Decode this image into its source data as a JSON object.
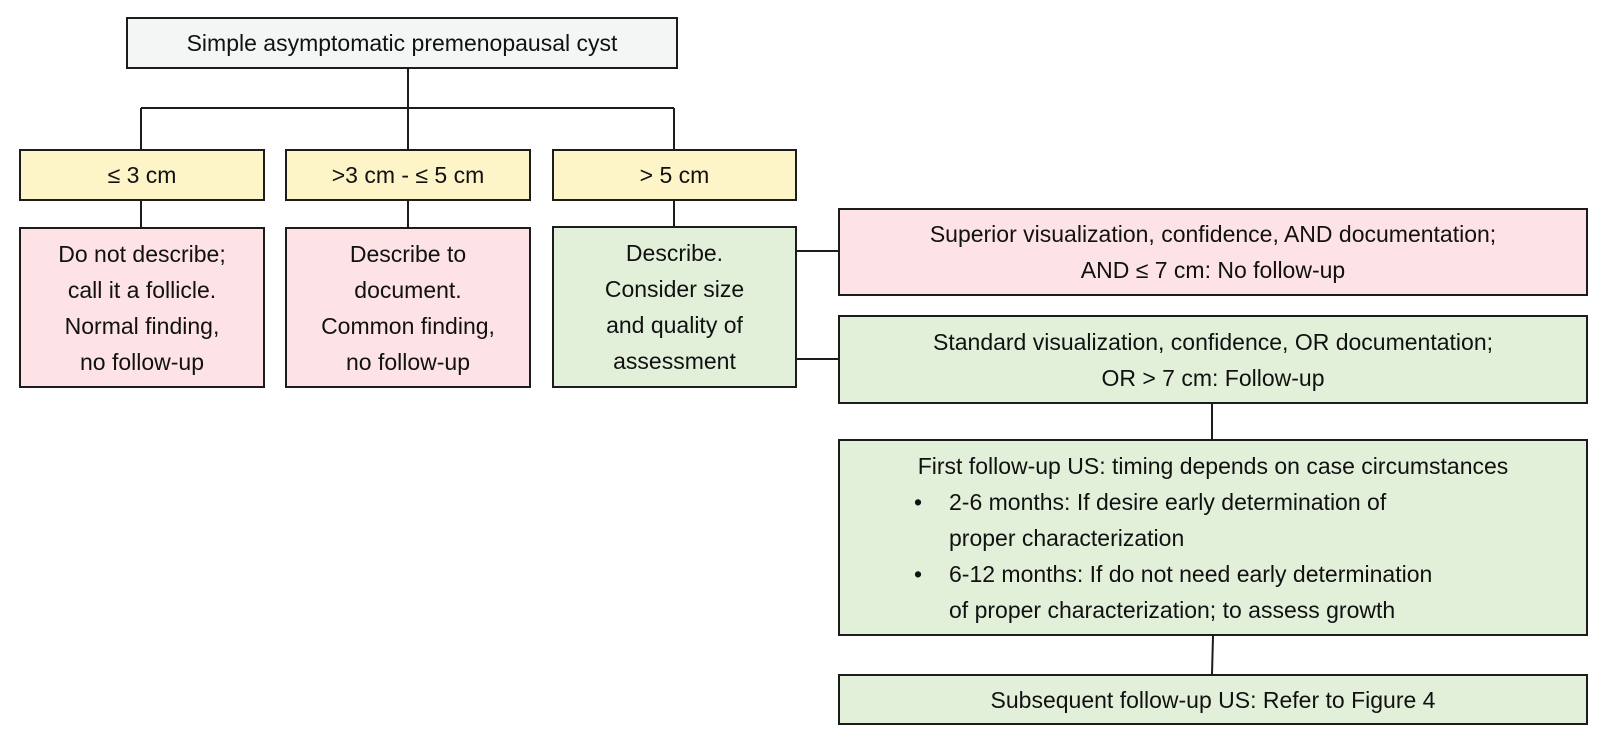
{
  "root": {
    "text": "Simple asymptomatic premenopausal cyst"
  },
  "sizes": [
    {
      "label": "≤ 3 cm"
    },
    {
      "label": ">3 cm - ≤ 5 cm"
    },
    {
      "label": "> 5 cm"
    }
  ],
  "outcomes": [
    {
      "lines": [
        "Do not describe;",
        "call it a follicle.",
        "Normal finding,",
        "no follow-up"
      ]
    },
    {
      "lines": [
        "Describe to",
        "document.",
        "Common finding,",
        "no follow-up"
      ]
    },
    {
      "lines": [
        "Describe.",
        "Consider size",
        "and quality of",
        "assessment"
      ]
    }
  ],
  "branches": {
    "superior": {
      "lines": [
        "Superior visualization, confidence, AND documentation;",
        "AND ≤ 7 cm:  No follow-up"
      ]
    },
    "standard": {
      "lines": [
        "Standard visualization, confidence, OR documentation;",
        "OR > 7 cm:  Follow-up"
      ]
    }
  },
  "first_followup": {
    "heading": "First follow-up US: timing depends on case circumstances",
    "bullet_symbol": "•",
    "bullets": [
      {
        "lines": [
          "2-6 months: If desire early determination of",
          "proper characterization"
        ]
      },
      {
        "lines": [
          "6-12 months: If do not need early determination",
          "of proper characterization; to assess growth"
        ]
      }
    ]
  },
  "subsequent_followup": {
    "text": "Subsequent follow-up US:  Refer to Figure 4"
  },
  "colors": {
    "root_fill": "#f4f6f6",
    "size_fill": "#fdf4c8",
    "pink_fill": "#fde3e6",
    "green_fill": "#e2f0da",
    "border": "#1c1c1c"
  }
}
